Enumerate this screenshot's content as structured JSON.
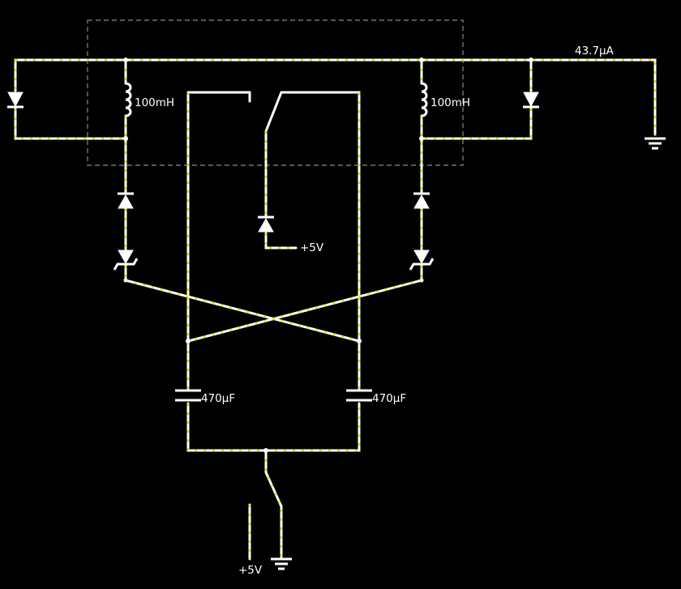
{
  "labels": {
    "current_reading": "43.7μA",
    "inductor_left": "100mH",
    "inductor_right": "100mH",
    "cap_left": "470μF",
    "cap_right": "470μF",
    "supply_mid": "+5V",
    "supply_bottom": "+5V"
  },
  "colors": {
    "background": "#000000",
    "wire": "#ffffff",
    "current_dots": "#e8e800",
    "selection_box": "#8a8a8a"
  }
}
